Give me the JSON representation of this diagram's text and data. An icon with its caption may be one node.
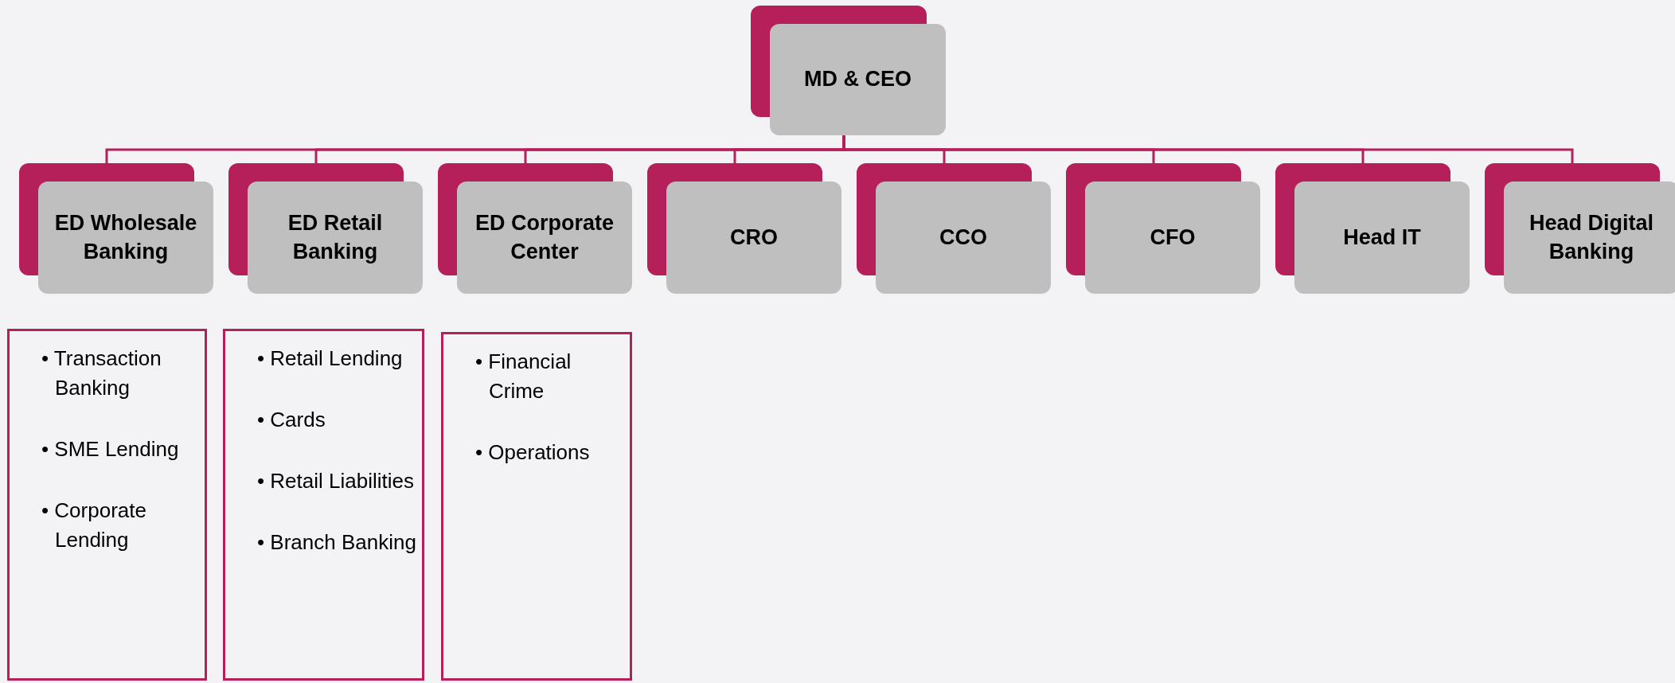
{
  "diagram": {
    "nodes": [
      {
        "text": [
          "MD & CEO"
        ]
      },
      {
        "text": [
          "ED Wholesale Banking"
        ]
      },
      {
        "text": [
          "ED Retail Banking"
        ]
      },
      {
        "text": [
          "ED Corporate Center"
        ]
      },
      {
        "text": [
          "CRO"
        ]
      },
      {
        "text": [
          "CCO"
        ]
      },
      {
        "text": [
          "CFO"
        ]
      },
      {
        "text": [
          "Head IT"
        ]
      },
      {
        "text": [
          "Head Digital Banking"
        ]
      },
      {
        "text": [
          "• Transaction Banking",
          "• SME Lending",
          "• Corporate Lending"
        ]
      },
      {
        "text": [
          "• Retail Lending",
          "• Cards",
          "• Retail Liabilities",
          "• Branch Banking"
        ]
      },
      {
        "text": [
          "• Financial Crime",
          "• Operations"
        ]
      }
    ],
    "edges": [
      {
        "from": 0,
        "to": 1,
        "arrow": "none"
      },
      {
        "from": 0,
        "to": 2,
        "arrow": "none"
      },
      {
        "from": 0,
        "to": 3,
        "arrow": "none"
      },
      {
        "from": 0,
        "to": 4,
        "arrow": "none"
      },
      {
        "from": 0,
        "to": 5,
        "arrow": "none"
      },
      {
        "from": 0,
        "to": 6,
        "arrow": "none"
      },
      {
        "from": 0,
        "to": 7,
        "arrow": "none"
      },
      {
        "from": 0,
        "to": 8,
        "arrow": "none"
      }
    ]
  }
}
